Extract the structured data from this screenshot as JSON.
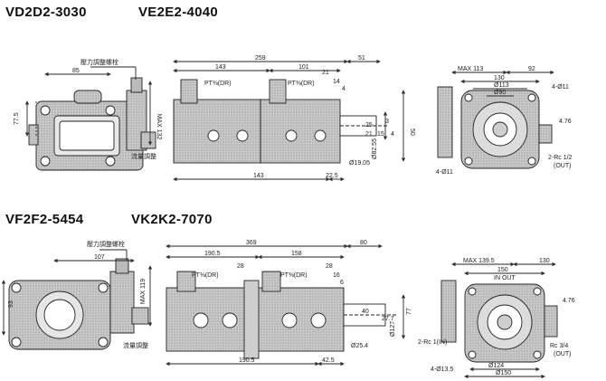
{
  "models": {
    "top_left": "VD2D2-3030",
    "top_right": "VE2E2-4040",
    "bottom_left": "VF2F2-5454",
    "bottom_right": "VK2K2-7070"
  },
  "top": {
    "side": {
      "pressure_screw": "壓力調整螺栓",
      "dim_width": "85",
      "dim_height_left": "77.5",
      "dim_max_right": "MAX 132",
      "flow_adjust": "流量調整"
    },
    "front": {
      "dim_total": "259",
      "dim_shaft": "51",
      "dim_left": "143",
      "dim_mid": "101",
      "pt_left": "PT⅜(DR)",
      "pt_right": "PT⅜(DR)",
      "dim_21": "21",
      "dim_14": "14",
      "dim_4": "4",
      "dim_25": "25",
      "dim_3": "3",
      "dim_21b": "21",
      "dim_15": "15",
      "dim_4b": "4",
      "dim_50": "50",
      "dia_shaft": "Ø19.05",
      "dia_pilot": "Ø82.55",
      "dim_bottom": "143",
      "dim_225": "22.5"
    },
    "end": {
      "max": "MAX 113",
      "dim_92": "92",
      "dim_130": "130",
      "dia_113": "Ø113",
      "dia_90": "Ø90",
      "holes": "4-Ø11",
      "dim_476": "4.76",
      "port_out": "2-Rc 1/2",
      "port_out_label": "(OUT)",
      "holes_bottom": "4-Ø11"
    }
  },
  "bottom": {
    "side": {
      "pressure_screw": "壓力調整螺栓",
      "dim_width": "107",
      "dim_height_left": "93",
      "dim_max_right": "MAX 119",
      "flow_adjust": "流量調整"
    },
    "front": {
      "dim_total": "369",
      "dim_shaft": "80",
      "dim_left": "190.5",
      "dim_mid": "158",
      "pt_left": "PT⅜(DR)",
      "pt_right": "PT⅜(DR)",
      "dim_28": "28",
      "dim_28b": "28",
      "dim_16": "16",
      "dim_6": "6",
      "dim_40": "40",
      "dim_277": "27.7",
      "dim_77": "77",
      "dia_pilot": "Ø127",
      "dia_shaft": "Ø25.4",
      "dim_bottom": "190.5",
      "dim_425": "42.5"
    },
    "end": {
      "max": "MAX 139.5",
      "dim_130": "130",
      "dim_150": "150",
      "in_out": "IN OUT",
      "dim_476": "4.76",
      "port_in": "2-Rc 1(IN)",
      "port_out": "Rc 3/4",
      "port_out_label": "(OUT)",
      "dia_124": "Ø124",
      "dia_150": "Ø150",
      "holes": "4-Ø13.5"
    }
  }
}
